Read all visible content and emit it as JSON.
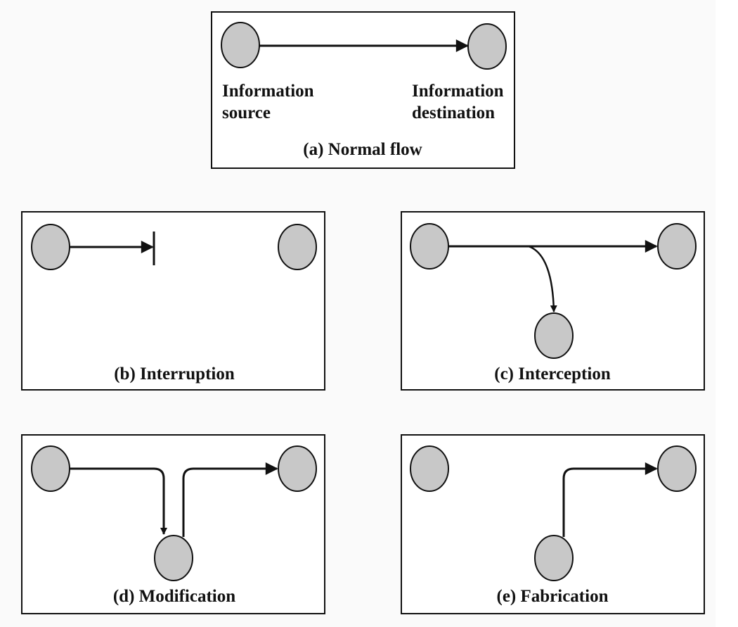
{
  "colors": {
    "node_fill": "#c8c8c8",
    "stroke": "#111111",
    "panel_bg": "#ffffff",
    "page_bg": "#fafafa"
  },
  "panels": {
    "a": {
      "caption": "(a) Normal flow",
      "source_label_line1": "Information",
      "source_label_line2": "source",
      "destination_label_line1": "Information",
      "destination_label_line2": "destination"
    },
    "b": {
      "caption": "(b) Interruption"
    },
    "c": {
      "caption": "(c) Interception"
    },
    "d": {
      "caption": "(d) Modification"
    },
    "e": {
      "caption": "(e) Fabrication"
    }
  }
}
